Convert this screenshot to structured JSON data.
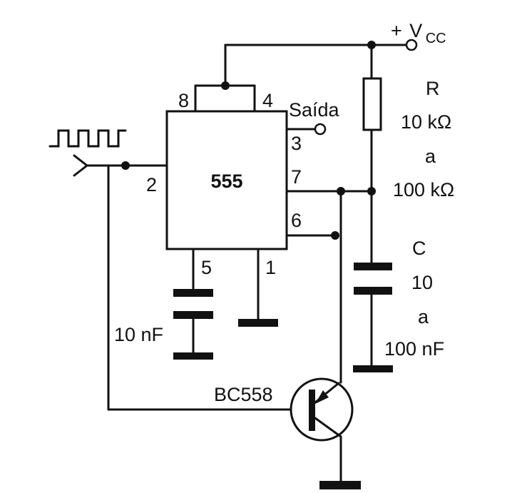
{
  "schematic": {
    "supply": {
      "sign": "+",
      "symbol": "V",
      "subscript": "CC"
    },
    "ic": {
      "part": "555",
      "pins": {
        "p1": "1",
        "p2": "2",
        "p3": "3",
        "p4": "4",
        "p5": "5",
        "p6": "6",
        "p7": "7",
        "p8": "8"
      }
    },
    "output_label": "Saída",
    "resistor": {
      "name": "R",
      "min": "10 kΩ",
      "word": "a",
      "max": "100 kΩ"
    },
    "capacitor": {
      "name": "C",
      "min": "10",
      "word": "a",
      "max": "100 nF"
    },
    "control_cap": "10 nF",
    "transistor": "BC558"
  }
}
